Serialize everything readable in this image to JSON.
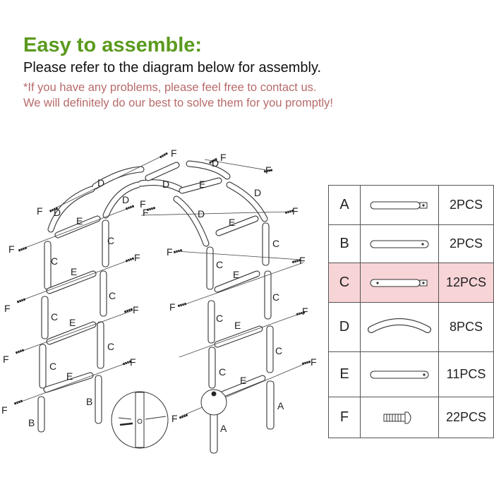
{
  "header": {
    "title": "Easy to assemble:",
    "subtitle": "Please refer to the diagram below for assembly.",
    "note1": "*If you have any problems, please feel free to contact us.",
    "note2": "We will definitely do our best to solve them for you promptly!"
  },
  "colors": {
    "title": "#5b9a1e",
    "note": "#b86a6a",
    "highlight": "#f7d4d6"
  },
  "parts": [
    {
      "letter": "A",
      "qty": "2PCS",
      "icon": "tube-end-tab"
    },
    {
      "letter": "B",
      "qty": "2PCS",
      "icon": "flat-bar-hole"
    },
    {
      "letter": "C",
      "qty": "12PCS",
      "icon": "tube-two-holes-tab"
    },
    {
      "letter": "D",
      "qty": "8PCS",
      "icon": "curved-arc"
    },
    {
      "letter": "E",
      "qty": "11PCS",
      "icon": "cross-tube"
    },
    {
      "letter": "F",
      "qty": "22PCS",
      "icon": "bolt"
    }
  ],
  "labels": {
    "A": "A",
    "B": "B",
    "C": "C",
    "D": "D",
    "E": "E",
    "F": "F"
  }
}
